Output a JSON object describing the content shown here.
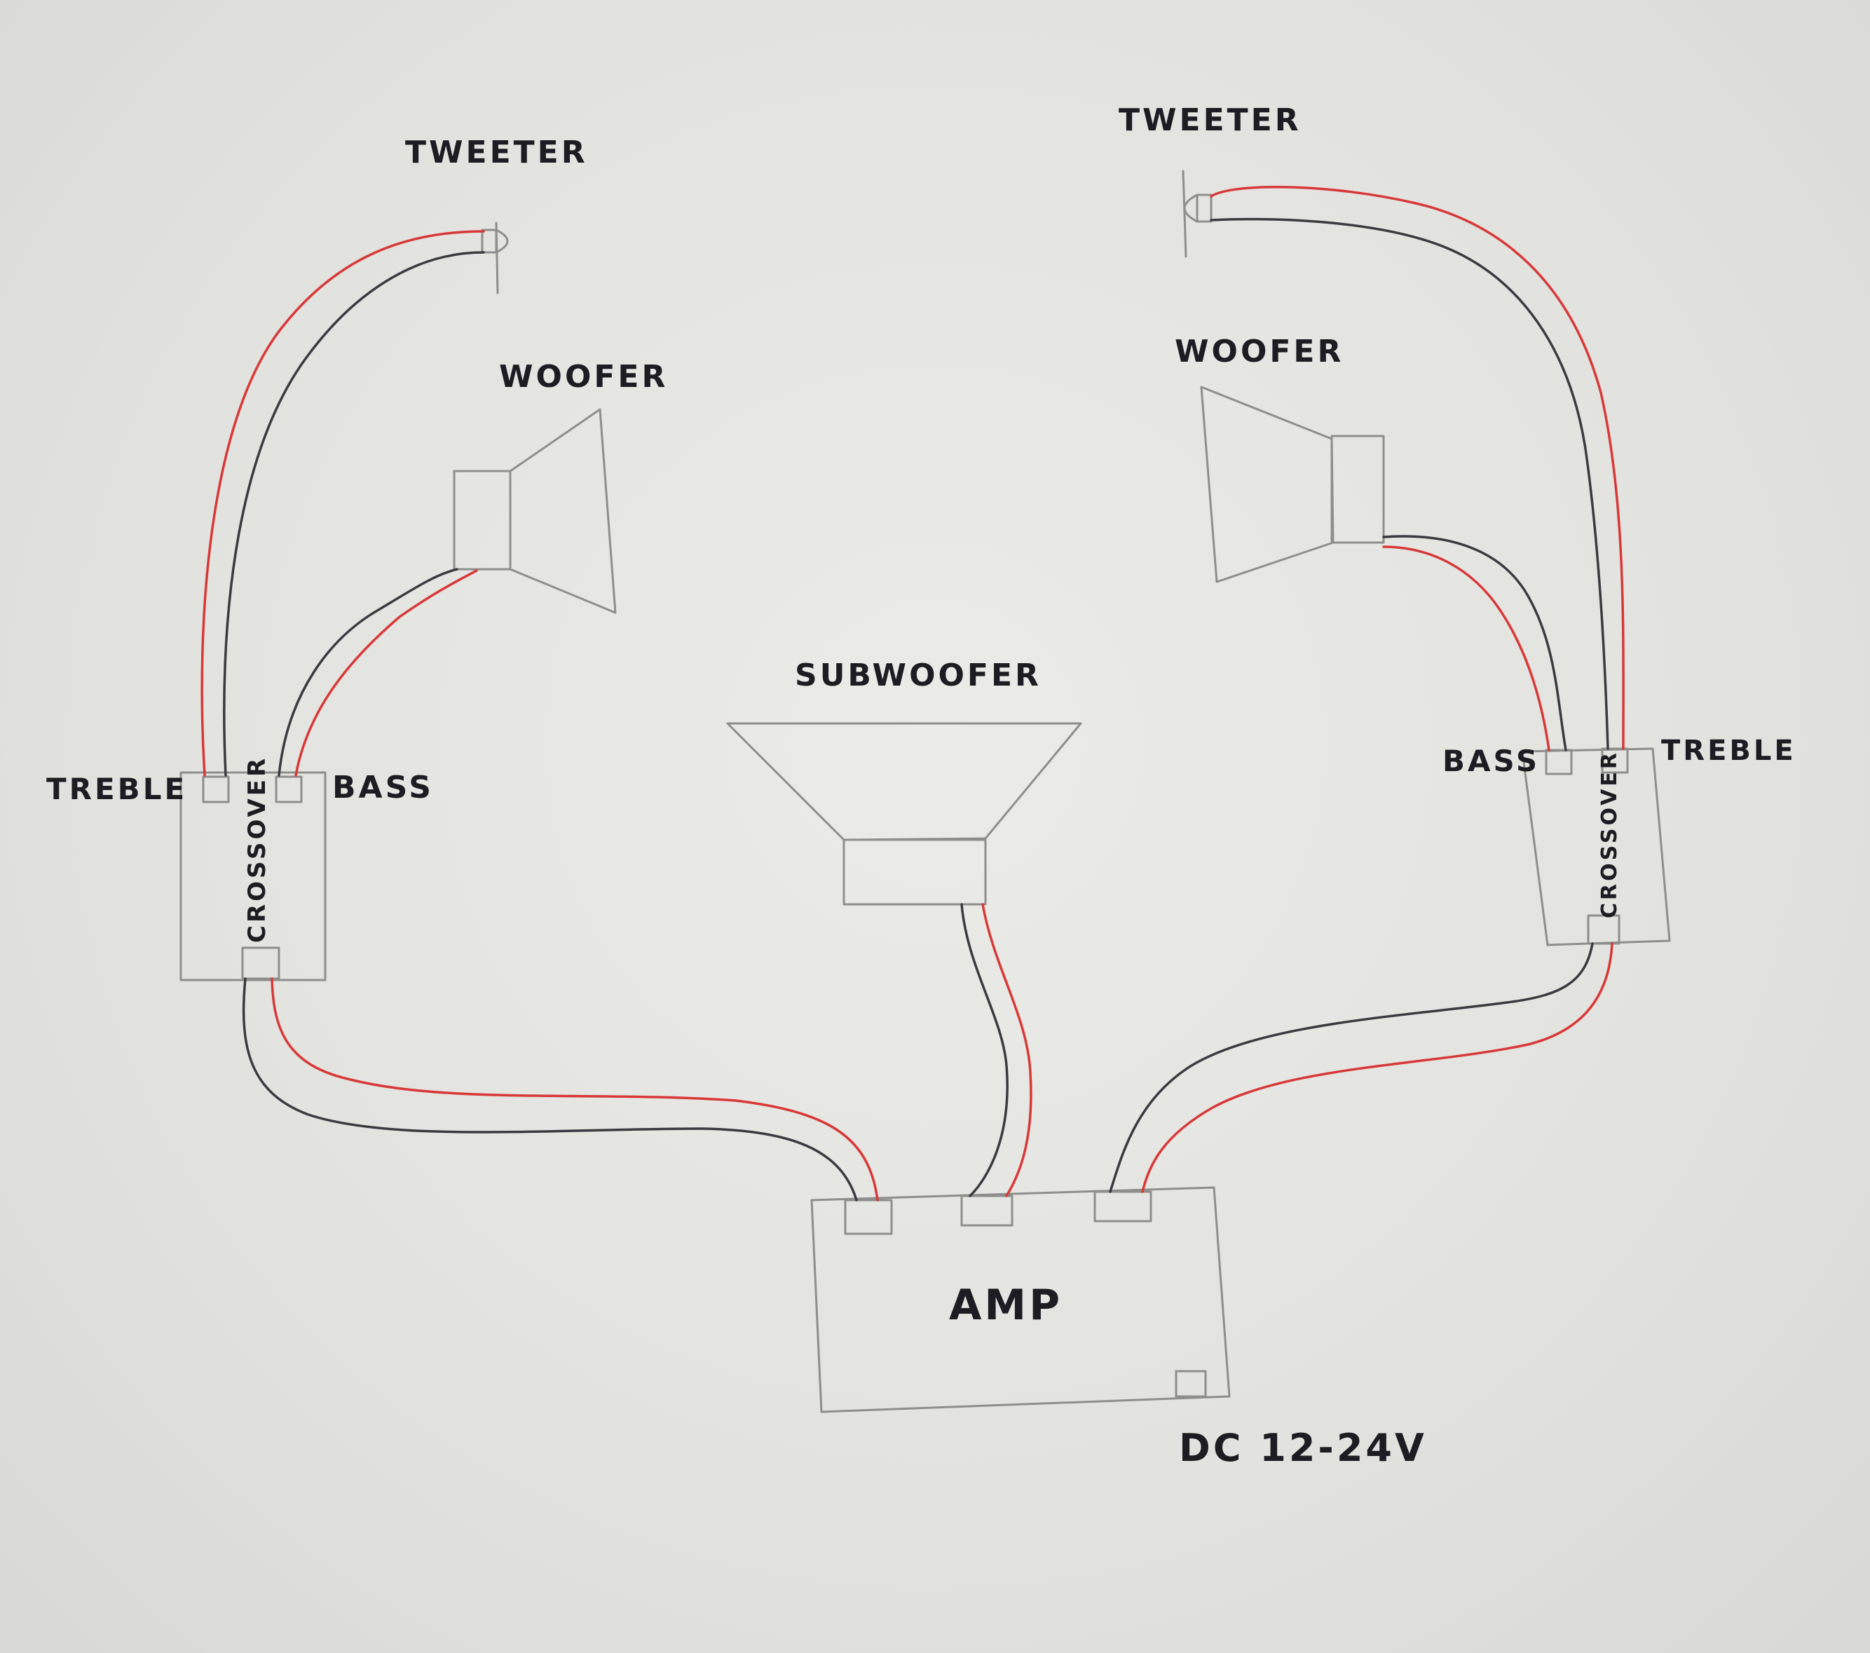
{
  "labels": {
    "tweeter_left": "TWEETER",
    "tweeter_right": "TWEETER",
    "woofer_left": "WOOFER",
    "woofer_right": "WOOFER",
    "subwoofer": "SUBWOOFER",
    "crossover_left": "CROSSOVER",
    "crossover_right": "CROSSOVER",
    "treble_left": "TREBLE",
    "bass_left": "BASS",
    "bass_right": "BASS",
    "treble_right": "TREBLE",
    "amp": "AMP",
    "power": "DC 12-24V"
  },
  "colors": {
    "wire_positive": "#d83838",
    "wire_negative": "#3a3a40",
    "pencil": "#8e8e8c",
    "ink": "#1c1c22"
  }
}
